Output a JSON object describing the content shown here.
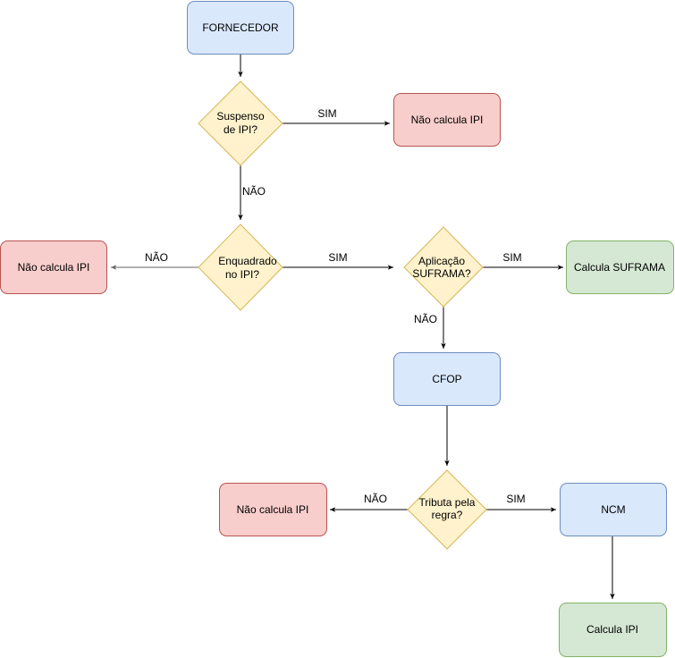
{
  "colors": {
    "blue_fill": "#dae8fc",
    "blue_stroke": "#6c8ebf",
    "red_fill": "#f8cecc",
    "red_stroke": "#b85450",
    "green_fill": "#d5e8d4",
    "green_stroke": "#82b366",
    "yellow_fill": "#fff2cc",
    "yellow_stroke": "#d6b656",
    "edge": "#000000",
    "edge_gray": "#666666"
  },
  "nodes": {
    "fornecedor": {
      "label": "FORNECEDOR"
    },
    "suspenso": {
      "line1": "Suspenso",
      "line2": "de IPI?"
    },
    "nao_calcula_1": {
      "label": "Não calcula IPI"
    },
    "enquadrado": {
      "line1": "Enquadrado",
      "line2": "no IPI?"
    },
    "nao_calcula_2": {
      "label": "Não calcula IPI"
    },
    "aplicacao": {
      "line1": "Aplicação",
      "line2": "SUFRAMA?"
    },
    "calcula_suframa": {
      "label": "Calcula SUFRAMA"
    },
    "cfop": {
      "label": "CFOP"
    },
    "tributa": {
      "line1": "Tributa pela",
      "line2": "regra?"
    },
    "nao_calcula_3": {
      "label": "Não calcula IPI"
    },
    "ncm": {
      "label": "NCM"
    },
    "calcula_ipi": {
      "label": "Calcula IPI"
    }
  },
  "edges": {
    "suspenso_sim": "SIM",
    "suspenso_nao": "NÃO",
    "enquadrado_nao": "NÃO",
    "enquadrado_sim": "SIM",
    "aplicacao_sim": "SIM",
    "aplicacao_nao": "NÃO",
    "tributa_nao": "NÃO",
    "tributa_sim": "SIM"
  }
}
